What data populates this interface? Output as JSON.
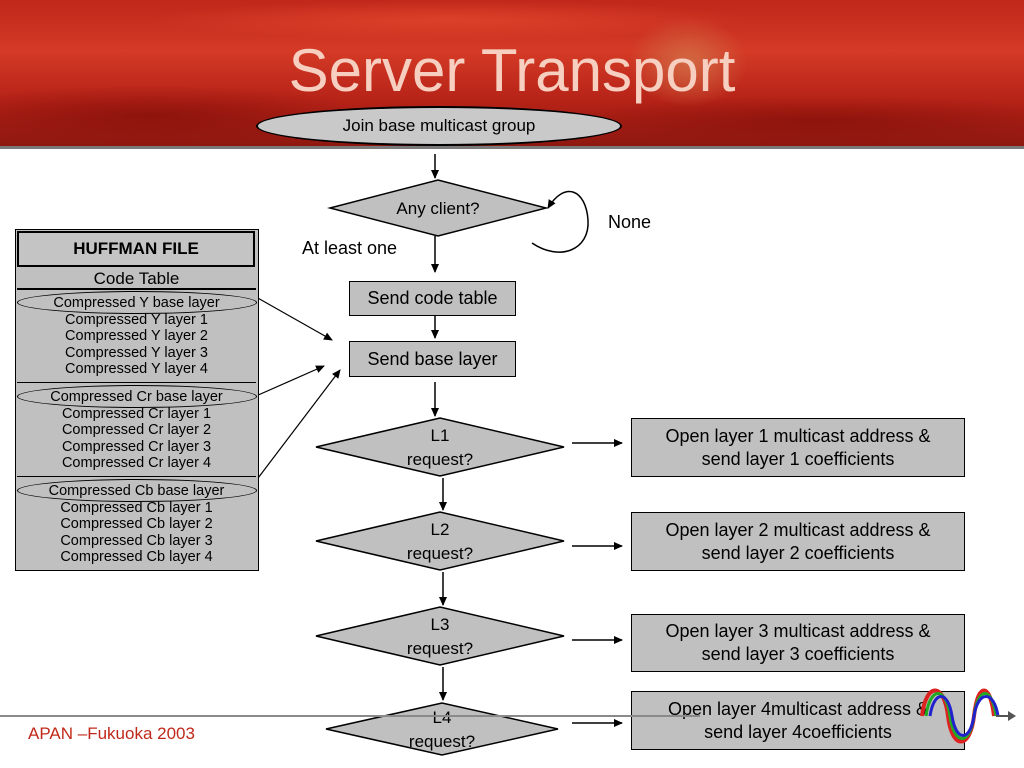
{
  "title": "Server Transport",
  "start_node": "Join base multicast group",
  "decisions": [
    {
      "line1": "Any client?",
      "line2": ""
    },
    {
      "line1": "L1",
      "line2": "request?"
    },
    {
      "line1": "L2",
      "line2": "request?"
    },
    {
      "line1": "L3",
      "line2": "request?"
    },
    {
      "line1": "L4",
      "line2": "request?"
    }
  ],
  "loop_label": "None",
  "branch_label": "At least one",
  "process_steps": [
    "Send code table",
    "Send base layer"
  ],
  "actions": [
    {
      "line1": "Open layer 1 multicast address &",
      "line2": "send layer 1 coefficients"
    },
    {
      "line1": "Open layer 2 multicast address &",
      "line2": "send layer 2 coefficients"
    },
    {
      "line1": "Open layer 3 multicast address &",
      "line2": "send layer 3 coefficients"
    },
    {
      "line1": "Open layer 4multicast address &",
      "line2": "send layer 4coefficients"
    }
  ],
  "huffman": {
    "title": "HUFFMAN FILE",
    "code_table": "Code Table",
    "groups": [
      [
        "Compressed Y base layer",
        "Compressed Y layer 1",
        "Compressed Y layer 2",
        "Compressed Y layer 3",
        "Compressed Y layer 4"
      ],
      [
        "Compressed Cr base layer",
        "Compressed Cr layer 1",
        "Compressed Cr layer 2",
        "Compressed Cr layer 3",
        "Compressed Cr layer 4"
      ],
      [
        "Compressed Cb base layer",
        "Compressed Cb layer 1",
        "Compressed Cb layer 2",
        "Compressed Cb layer 3",
        "Compressed Cb layer 4"
      ]
    ]
  },
  "footer": "APAN –Fukuoka  2003",
  "colors": {
    "banner_red": "#c1271a",
    "title_text": "#f6cfc0",
    "box_fill": "#c0c0c0",
    "footer_text": "#c0281a"
  },
  "icons": [
    "rgb-waves-logo-icon"
  ]
}
